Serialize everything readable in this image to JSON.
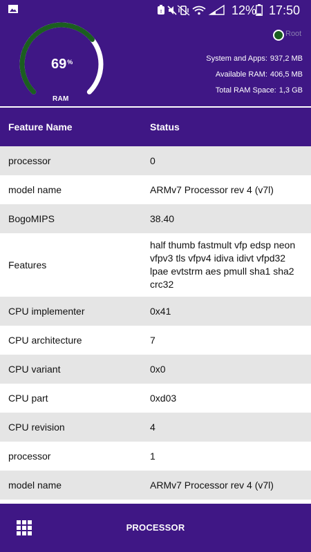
{
  "status_bar": {
    "battery_percent": "12%",
    "time": "17:50",
    "icons": [
      "image-icon",
      "alarm-icon",
      "mute-icon",
      "vibrate-icon",
      "wifi-icon",
      "signal-icon",
      "battery-icon"
    ]
  },
  "ram": {
    "percent": "69",
    "percent_suffix": "%",
    "fill_fraction": 0.69,
    "label": "RAM",
    "root_label": "Root",
    "stats": [
      {
        "label": "System and Apps:",
        "value": "937,2 MB"
      },
      {
        "label": "Available RAM:",
        "value": "406,5 MB"
      },
      {
        "label": "Total RAM Space:",
        "value": "1,3 GB"
      }
    ]
  },
  "table": {
    "headers": [
      "Feature Name",
      "Status"
    ],
    "rows": [
      {
        "name": "processor",
        "value": "0"
      },
      {
        "name": "model name",
        "value": "ARMv7 Processor rev 4 (v7l)"
      },
      {
        "name": "BogoMIPS",
        "value": "38.40"
      },
      {
        "name": "Features",
        "value": "half thumb fastmult vfp edsp neon vfpv3 tls vfpv4 idiva idivt vfpd32 lpae evtstrm aes pmull sha1 sha2 crc32"
      },
      {
        "name": "CPU implementer",
        "value": "0x41"
      },
      {
        "name": "CPU architecture",
        "value": "7"
      },
      {
        "name": "CPU variant",
        "value": "0x0"
      },
      {
        "name": "CPU part",
        "value": "0xd03"
      },
      {
        "name": "CPU revision",
        "value": "4"
      },
      {
        "name": "processor",
        "value": "1"
      },
      {
        "name": "model name",
        "value": "ARMv7 Processor rev 4 (v7l)"
      }
    ]
  },
  "bottom_bar": {
    "label": "PROCESSOR",
    "menu_icon": "apps-grid-icon"
  },
  "colors": {
    "primary": "#3f1785",
    "gauge_fill": "#1b5e20",
    "gauge_track": "#ffffff",
    "row_alt": "#e5e5e5"
  }
}
